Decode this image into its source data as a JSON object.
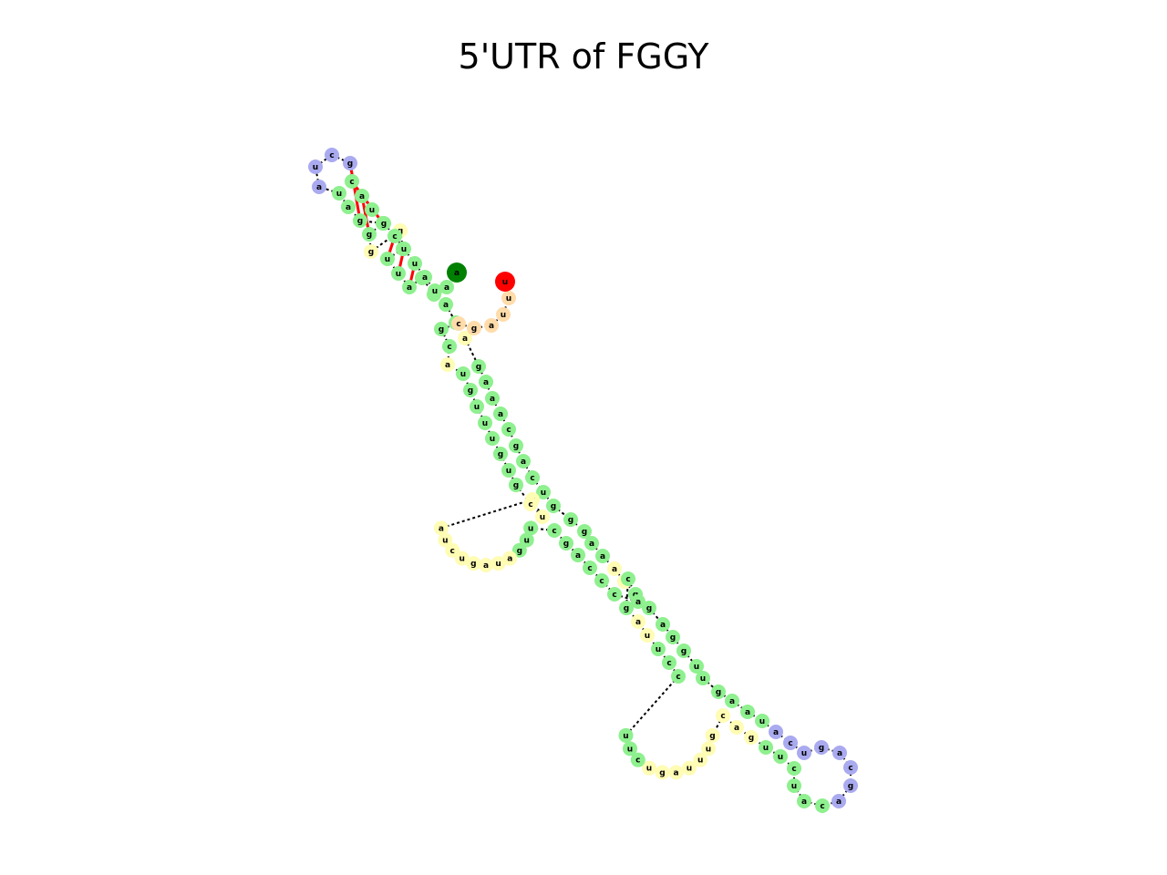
{
  "title": "5'UTR of FGGY",
  "colors": {
    "stem": "#8ef08e",
    "loop": "#fffcb4",
    "hairpin": "#aaaaf0",
    "unpaired_end": "#ffdcaa",
    "five_prime": "#008000",
    "three_prime": "#ff0000",
    "bond": "#ff0000"
  },
  "nucleotides": [
    {
      "l": "a",
      "t": "five_prime"
    },
    {
      "l": "a",
      "t": "stem"
    },
    {
      "l": "a",
      "t": "stem"
    },
    {
      "l": "u",
      "t": "stem"
    },
    {
      "l": "a",
      "t": "stem"
    },
    {
      "l": "u",
      "t": "stem"
    },
    {
      "l": "u",
      "t": "stem"
    },
    {
      "l": "g",
      "t": "stem"
    },
    {
      "l": "g",
      "t": "loop"
    },
    {
      "l": "g",
      "t": "loop"
    },
    {
      "l": "g",
      "t": "stem"
    },
    {
      "l": "c",
      "t": "stem"
    },
    {
      "l": "g",
      "t": "stem"
    },
    {
      "l": "a",
      "t": "stem"
    },
    {
      "l": "u",
      "t": "stem"
    },
    {
      "l": "a",
      "t": "hairpin"
    },
    {
      "l": "u",
      "t": "hairpin"
    },
    {
      "l": "c",
      "t": "hairpin"
    },
    {
      "l": "g",
      "t": "hairpin"
    },
    {
      "l": "c",
      "t": "stem"
    },
    {
      "l": "a",
      "t": "stem"
    },
    {
      "l": "u",
      "t": "stem"
    },
    {
      "l": "g",
      "t": "stem"
    },
    {
      "l": "c",
      "t": "stem"
    },
    {
      "l": "u",
      "t": "stem"
    },
    {
      "l": "u",
      "t": "stem"
    },
    {
      "l": "a",
      "t": "stem"
    },
    {
      "l": "u",
      "t": "stem"
    },
    {
      "l": "a",
      "t": "stem"
    },
    {
      "l": "c",
      "t": "stem"
    },
    {
      "l": "a",
      "t": "loop"
    },
    {
      "l": "g",
      "t": "stem"
    },
    {
      "l": "a",
      "t": "stem"
    },
    {
      "l": "a",
      "t": "stem"
    },
    {
      "l": "a",
      "t": "stem"
    },
    {
      "l": "c",
      "t": "stem"
    },
    {
      "l": "g",
      "t": "stem"
    },
    {
      "l": "a",
      "t": "stem"
    },
    {
      "l": "c",
      "t": "stem"
    },
    {
      "l": "u",
      "t": "stem"
    },
    {
      "l": "g",
      "t": "stem"
    },
    {
      "l": "g",
      "t": "stem"
    },
    {
      "l": "g",
      "t": "stem"
    },
    {
      "l": "a",
      "t": "stem"
    },
    {
      "l": "a",
      "t": "stem"
    },
    {
      "l": "a",
      "t": "loop"
    },
    {
      "l": "c",
      "t": "loop"
    },
    {
      "l": "g",
      "t": "stem"
    },
    {
      "l": "g",
      "t": "stem"
    },
    {
      "l": "a",
      "t": "stem"
    },
    {
      "l": "g",
      "t": "stem"
    },
    {
      "l": "g",
      "t": "stem"
    },
    {
      "l": "u",
      "t": "stem"
    },
    {
      "l": "u",
      "t": "stem"
    },
    {
      "l": "g",
      "t": "stem"
    },
    {
      "l": "a",
      "t": "stem"
    },
    {
      "l": "a",
      "t": "stem"
    },
    {
      "l": "u",
      "t": "stem"
    },
    {
      "l": "a",
      "t": "hairpin"
    },
    {
      "l": "c",
      "t": "hairpin"
    },
    {
      "l": "u",
      "t": "hairpin"
    },
    {
      "l": "g",
      "t": "hairpin"
    },
    {
      "l": "a",
      "t": "hairpin"
    },
    {
      "l": "c",
      "t": "hairpin"
    },
    {
      "l": "g",
      "t": "hairpin"
    },
    {
      "l": "a",
      "t": "hairpin"
    },
    {
      "l": "c",
      "t": "stem"
    },
    {
      "l": "a",
      "t": "stem"
    },
    {
      "l": "u",
      "t": "stem"
    },
    {
      "l": "c",
      "t": "stem"
    },
    {
      "l": "u",
      "t": "stem"
    },
    {
      "l": "u",
      "t": "stem"
    },
    {
      "l": "g",
      "t": "loop"
    },
    {
      "l": "a",
      "t": "loop"
    },
    {
      "l": "c",
      "t": "loop"
    },
    {
      "l": "g",
      "t": "loop"
    },
    {
      "l": "u",
      "t": "loop"
    },
    {
      "l": "u",
      "t": "loop"
    },
    {
      "l": "u",
      "t": "loop"
    },
    {
      "l": "a",
      "t": "loop"
    },
    {
      "l": "g",
      "t": "loop"
    },
    {
      "l": "u",
      "t": "loop"
    },
    {
      "l": "c",
      "t": "stem"
    },
    {
      "l": "u",
      "t": "stem"
    },
    {
      "l": "u",
      "t": "stem"
    },
    {
      "l": "c",
      "t": "stem"
    },
    {
      "l": "c",
      "t": "stem"
    },
    {
      "l": "u",
      "t": "stem"
    },
    {
      "l": "u",
      "t": "loop"
    },
    {
      "l": "a",
      "t": "loop"
    },
    {
      "l": "g",
      "t": "stem"
    },
    {
      "l": "c",
      "t": "stem"
    },
    {
      "l": "a",
      "t": "stem"
    },
    {
      "l": "c",
      "t": "stem"
    },
    {
      "l": "c",
      "t": "stem"
    },
    {
      "l": "c",
      "t": "stem"
    },
    {
      "l": "a",
      "t": "stem"
    },
    {
      "l": "g",
      "t": "stem"
    },
    {
      "l": "c",
      "t": "stem"
    },
    {
      "l": "u",
      "t": "stem"
    },
    {
      "l": "u",
      "t": "stem"
    },
    {
      "l": "g",
      "t": "stem"
    },
    {
      "l": "a",
      "t": "loop"
    },
    {
      "l": "u",
      "t": "loop"
    },
    {
      "l": "a",
      "t": "loop"
    },
    {
      "l": "g",
      "t": "loop"
    },
    {
      "l": "u",
      "t": "loop"
    },
    {
      "l": "c",
      "t": "loop"
    },
    {
      "l": "u",
      "t": "loop"
    },
    {
      "l": "a",
      "t": "loop"
    },
    {
      "l": "u",
      "t": "loop"
    },
    {
      "l": "u",
      "t": "loop"
    },
    {
      "l": "c",
      "t": "loop"
    },
    {
      "l": "g",
      "t": "stem"
    },
    {
      "l": "u",
      "t": "stem"
    },
    {
      "l": "g",
      "t": "stem"
    },
    {
      "l": "u",
      "t": "stem"
    },
    {
      "l": "u",
      "t": "stem"
    },
    {
      "l": "u",
      "t": "stem"
    },
    {
      "l": "g",
      "t": "stem"
    },
    {
      "l": "u",
      "t": "stem"
    },
    {
      "l": "a",
      "t": "loop"
    },
    {
      "l": "c",
      "t": "stem"
    },
    {
      "l": "g",
      "t": "stem"
    },
    {
      "l": "c",
      "t": "unpaired_end"
    },
    {
      "l": "g",
      "t": "unpaired_end"
    },
    {
      "l": "a",
      "t": "unpaired_end"
    },
    {
      "l": "u",
      "t": "unpaired_end"
    },
    {
      "l": "u",
      "t": "unpaired_end"
    },
    {
      "l": "u",
      "t": "three_prime"
    }
  ]
}
